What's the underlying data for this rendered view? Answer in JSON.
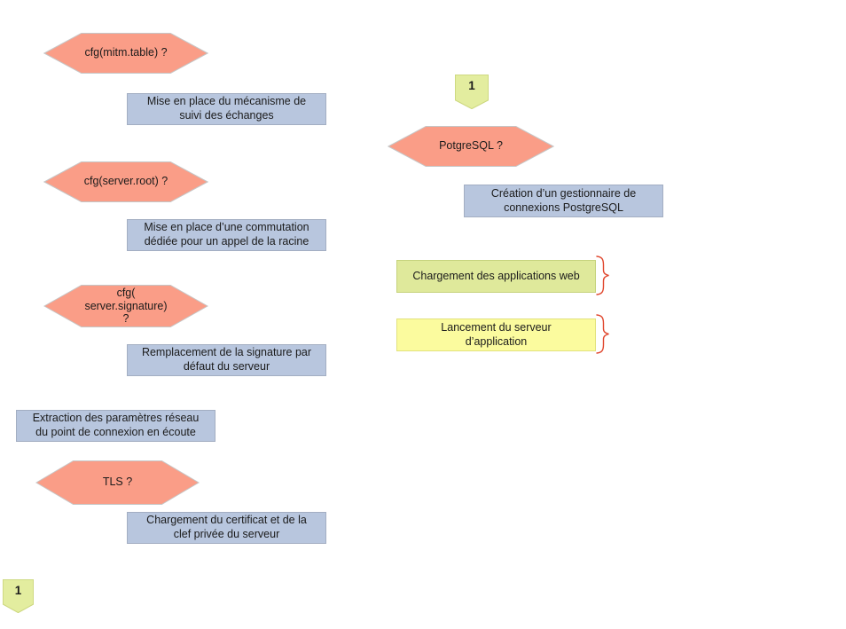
{
  "diagram": {
    "type": "flowchart",
    "language": "fr",
    "decisions": [
      {
        "id": "cfg-mitm-table",
        "label": "cfg(mitm.table) ?"
      },
      {
        "id": "cfg-server-root",
        "label": "cfg(server.root) ?"
      },
      {
        "id": "cfg-server-signature",
        "label": "cfg(\nserver.signature)\n?"
      },
      {
        "id": "tls",
        "label": "TLS ?"
      },
      {
        "id": "postgresql",
        "label": "PotgreSQL ?"
      }
    ],
    "processes": [
      {
        "id": "suivi-echanges",
        "label": "Mise en place du mécanisme de\nsuivi des échanges"
      },
      {
        "id": "commutation-racine",
        "label": "Mise en place d’une commutation\ndédiée pour un appel de la racine"
      },
      {
        "id": "remplacement-signature",
        "label": "Remplacement de la signature par\ndéfaut du serveur"
      },
      {
        "id": "extraction-parametres",
        "label": "Extraction des paramètres réseau\ndu point de connexion en écoute"
      },
      {
        "id": "chargement-certificat",
        "label": "Chargement du certificat et de la\nclef privée du serveur"
      },
      {
        "id": "creation-gestionnaire",
        "label": "Création d’un gestionnaire de\nconnexions PostgreSQL"
      }
    ],
    "highlighted_steps": [
      {
        "id": "chargement-webapps",
        "label": "Chargement des applications web",
        "fill": "#dfe99b",
        "annotation": "curly-brace"
      },
      {
        "id": "lancement-serveur",
        "label": "Lancement du serveur\nd’application",
        "fill": "#fbfb9e",
        "annotation": "curly-brace"
      }
    ],
    "connectors": [
      {
        "id": "page-connector-top-right",
        "label": "1"
      },
      {
        "id": "page-connector-bottom-left",
        "label": "1"
      }
    ],
    "colors": {
      "decision_fill": "#fa9d87",
      "process_fill": "#b8c6de",
      "webapps_fill": "#dfe99b",
      "launch_fill": "#fbfb9e",
      "connector_fill": "#e3ed9f",
      "brace_color": "#e0472e",
      "text_color": "#1b1b1b",
      "background": "#ffffff"
    }
  }
}
